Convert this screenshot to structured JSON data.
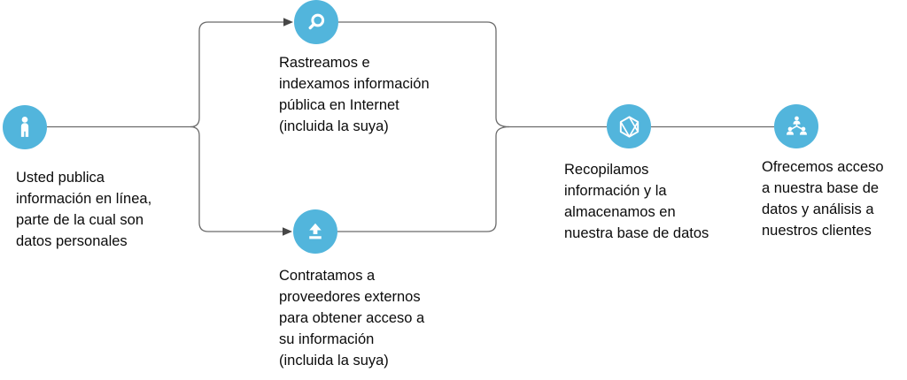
{
  "colors": {
    "node_blue": "#52B5DC",
    "connector_gray": "#6b6b6b",
    "arrow_gray": "#474747",
    "text_black": "#0b0b0b",
    "background": "#ffffff"
  },
  "diagram": {
    "type": "flowchart",
    "nodes": [
      {
        "id": "user",
        "icon": "person-icon",
        "label": "Usted publica\ninformación en línea,\nparte de la cual son\ndatos personales"
      },
      {
        "id": "crawl",
        "icon": "search-icon",
        "label": "Rastreamos e\nindexamos información\npública en Internet\n(incluida la suya)"
      },
      {
        "id": "vendors",
        "icon": "upload-icon",
        "label": "Contratamos a\nproveedores externos\npara obtener acceso a\nsu información\n(incluida la suya)"
      },
      {
        "id": "store",
        "icon": "hexagon-data-icon",
        "label": "Recopilamos\ninformación y la\nalmacenamos en\nnuestra base de datos"
      },
      {
        "id": "clients",
        "icon": "org-hierarchy-icon",
        "label": "Ofrecemos acceso\na nuestra base de\ndatos y análisis a\nnuestros clientes"
      }
    ]
  }
}
